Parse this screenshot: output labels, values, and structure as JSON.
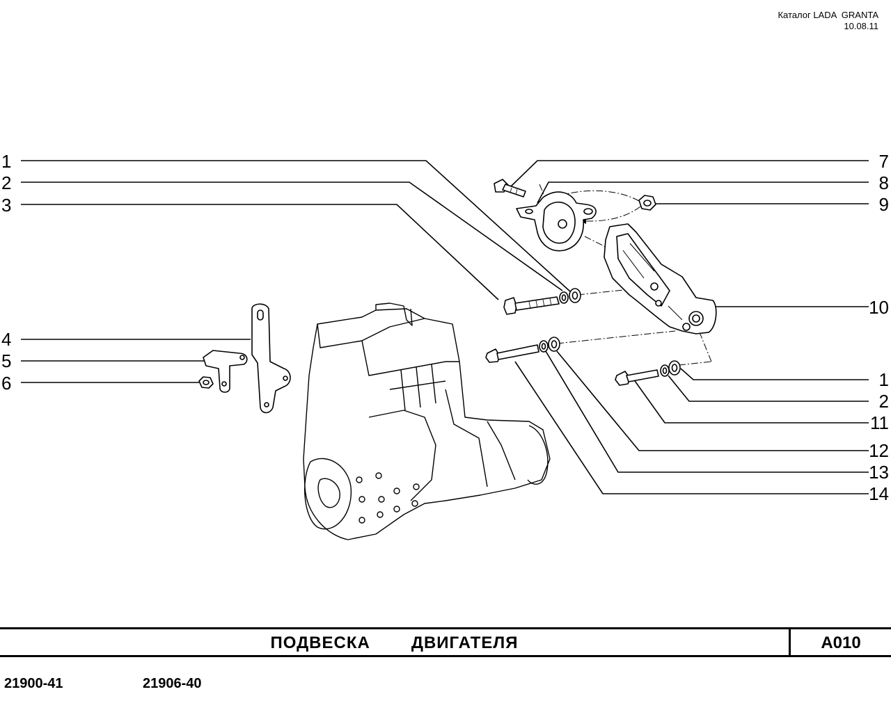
{
  "header": {
    "catalog": "Каталог LADA  GRANTA",
    "date": "10.08.11"
  },
  "callouts": {
    "left": [
      "1",
      "2",
      "3",
      "4",
      "5",
      "6"
    ],
    "right": [
      "7",
      "8",
      "9",
      "10",
      "1",
      "2",
      "11",
      "12",
      "13",
      "14"
    ]
  },
  "title": "ПОДВЕСКА   ДВИГАТЕЛЯ",
  "sheet_code": "А010",
  "models": [
    "21900-41",
    "21906-40"
  ]
}
